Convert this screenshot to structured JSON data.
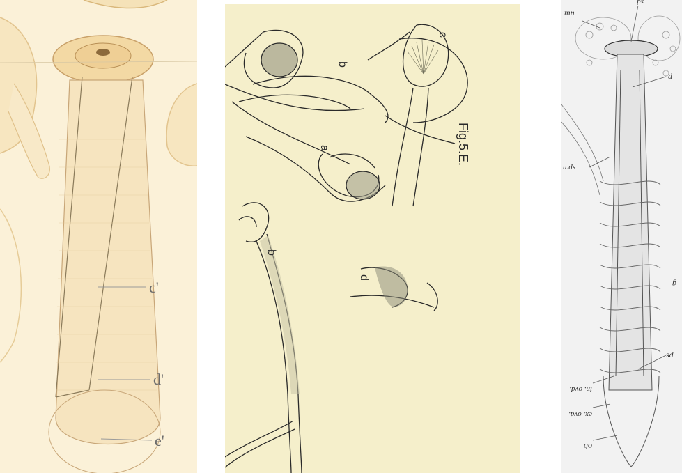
{
  "panels": {
    "left": {
      "labels": {
        "c": "c'",
        "d": "d'",
        "e": "e'"
      }
    },
    "middle": {
      "figure_label": "Fig.5.E.",
      "labels": {
        "a": "a",
        "b_top": "b",
        "c": "c",
        "b_lower": "b",
        "d": "d"
      }
    },
    "right": {
      "labels": {
        "mn": "mn",
        "sd_top": "sd",
        "d": "d",
        "u_ds": "u.ds",
        "g": "g",
        "sd": "sd",
        "in_ovd": "in. ovd.",
        "ex_ovd": "ex. ovd.",
        "ob": "ob"
      }
    }
  },
  "colors": {
    "left_bg": "#fbf1d8",
    "middle_bg": "#f5efcb",
    "right_bg": "#f2f2f2"
  }
}
